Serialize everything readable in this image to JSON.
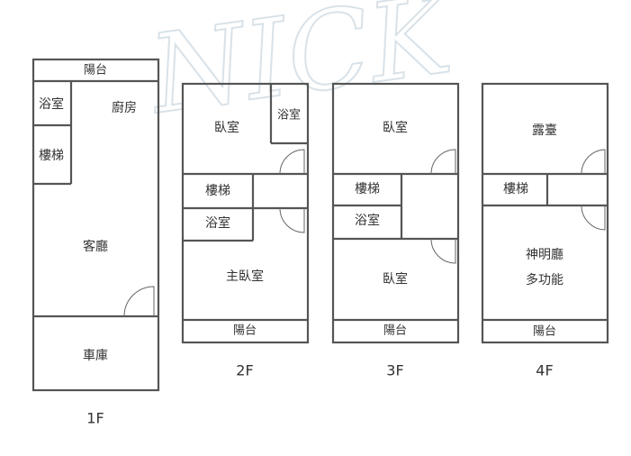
{
  "watermark": {
    "text": "NICK"
  },
  "floor_1": {
    "label": "1F",
    "balcony": "陽台",
    "bath": "浴室",
    "kitchen": "廚房",
    "stairs": "樓梯",
    "living": "客廳",
    "garage": "車庫"
  },
  "floor_2": {
    "label": "2F",
    "bedroom": "臥室",
    "bath_top": "浴室",
    "stairs": "樓梯",
    "bath": "浴室",
    "master": "主臥室",
    "balcony": "陽台"
  },
  "floor_3": {
    "label": "3F",
    "bedroom_top": "臥室",
    "stairs": "樓梯",
    "bath": "浴室",
    "bedroom_bottom": "臥室",
    "balcony": "陽台"
  },
  "floor_4": {
    "label": "4F",
    "terrace": "露臺",
    "stairs": "樓梯",
    "shrine_line1": "神明廳",
    "shrine_line2": "多功能",
    "balcony": "陽台"
  }
}
